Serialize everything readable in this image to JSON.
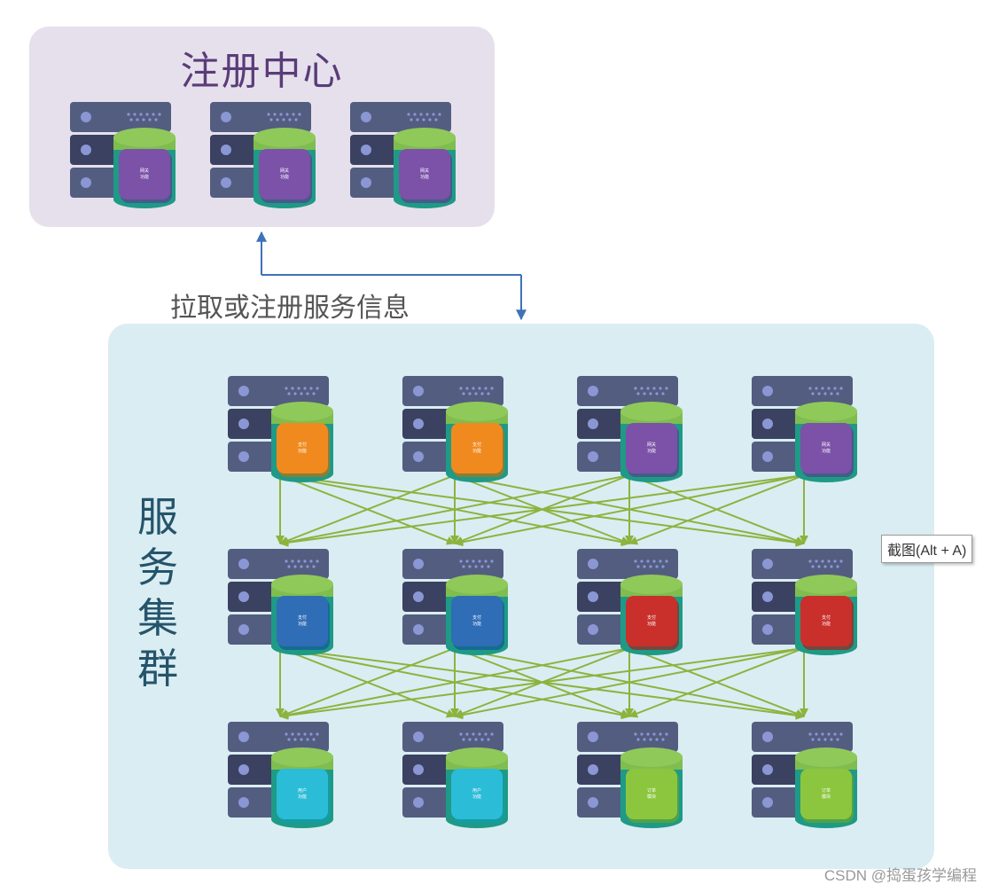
{
  "registry": {
    "title": "注册中心",
    "servers": [
      {
        "label": "网关功能",
        "color": "#7b52a8"
      },
      {
        "label": "网关功能",
        "color": "#7b52a8"
      },
      {
        "label": "网关功能",
        "color": "#7b52a8"
      }
    ]
  },
  "connector": {
    "label": "拉取或注册服务信息",
    "color": "#3f72b8"
  },
  "cluster": {
    "label": [
      "服",
      "务",
      "集",
      "群"
    ],
    "rows": [
      [
        {
          "label": "支付功能",
          "color": "#f08a1f"
        },
        {
          "label": "支付功能",
          "color": "#f08a1f"
        },
        {
          "label": "网关功能",
          "color": "#7b52a8"
        },
        {
          "label": "网关功能",
          "color": "#7b52a8"
        }
      ],
      [
        {
          "label": "支付功能",
          "color": "#2f6db6"
        },
        {
          "label": "支付功能",
          "color": "#2f6db6"
        },
        {
          "label": "支付功能",
          "color": "#c9302c"
        },
        {
          "label": "支付功能",
          "color": "#c9302c"
        }
      ],
      [
        {
          "label": "用户功能",
          "color": "#2bbcd8"
        },
        {
          "label": "用户功能",
          "color": "#2bbcd8"
        },
        {
          "label": "订单模块",
          "color": "#8cc63f"
        },
        {
          "label": "订单模块",
          "color": "#8cc63f"
        }
      ]
    ],
    "arrow_color": "#8db33e"
  },
  "tooltip": "截图(Alt + A)",
  "watermark": "CSDN @捣蛋孩学编程"
}
